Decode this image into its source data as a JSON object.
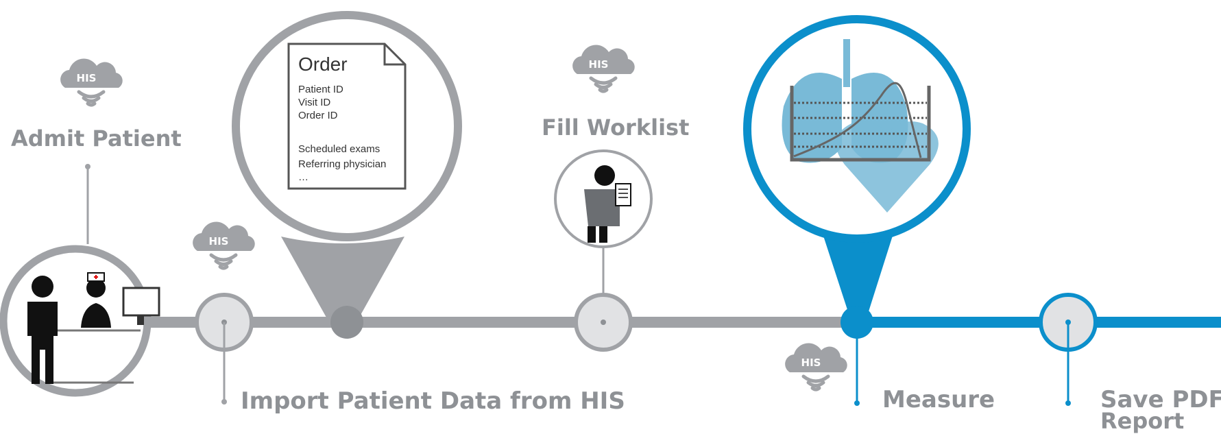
{
  "colors": {
    "gray": "#a0a2a6",
    "dark_gray": "#8e9195",
    "blue": "#0b8fcb",
    "light_blue": "#79bad7",
    "fill_circle": "#e1e2e4"
  },
  "badges": {
    "his": "HIS"
  },
  "steps": {
    "admit": "Admit Patient",
    "import": "Import Patient Data from HIS",
    "worklist": "Fill Worklist",
    "measure": "Measure",
    "save_line1": "Save PDF",
    "save_line2": "Report"
  },
  "order_doc": {
    "title": "Order",
    "lines": [
      "Patient ID",
      "Visit ID",
      "Order ID",
      "Scheduled exams",
      "Referring physician",
      "…"
    ]
  }
}
